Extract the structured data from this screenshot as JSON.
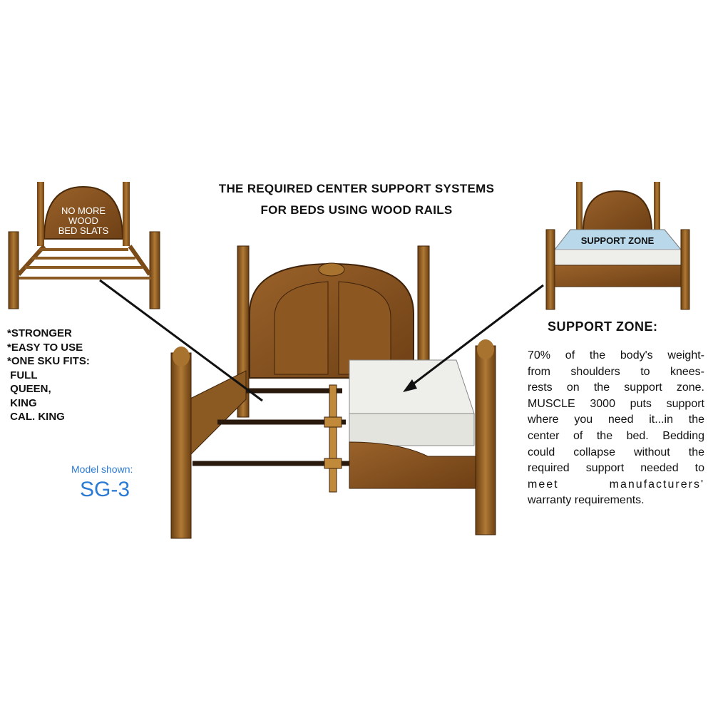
{
  "title": {
    "line1": "THE REQUIRED CENTER SUPPORT SYSTEMS",
    "line2": "FOR BEDS USING WOOD RAILS"
  },
  "left_bed": {
    "headboard_label": [
      "NO MORE",
      "WOOD",
      "BED SLATS"
    ]
  },
  "right_bed": {
    "mattress_label": "SUPPORT ZONE"
  },
  "features": [
    "*STRONGER",
    "*EASY TO USE",
    "*ONE SKU FITS:",
    " FULL",
    " QUEEN,",
    " KING",
    " CAL. KING"
  ],
  "model": {
    "label": "Model shown:",
    "name": "SG-3",
    "color": "#2b7bd4"
  },
  "support_zone": {
    "heading": "SUPPORT ZONE:",
    "lines": [
      "70% of the body's weight-",
      "from shoulders to knees-",
      "rests on the support zone.",
      "MUSCLE 3000 puts support",
      "where you need it...in the",
      "center of the bed. Bedding",
      "could collapse without the",
      "required support needed to",
      "meet manufacturers'",
      "warranty requirements."
    ]
  },
  "colors": {
    "wood": "#8a5a22",
    "wood_dark": "#5a3510",
    "mattress": "#eeeeea",
    "support_zone": "#b9d8ea"
  }
}
